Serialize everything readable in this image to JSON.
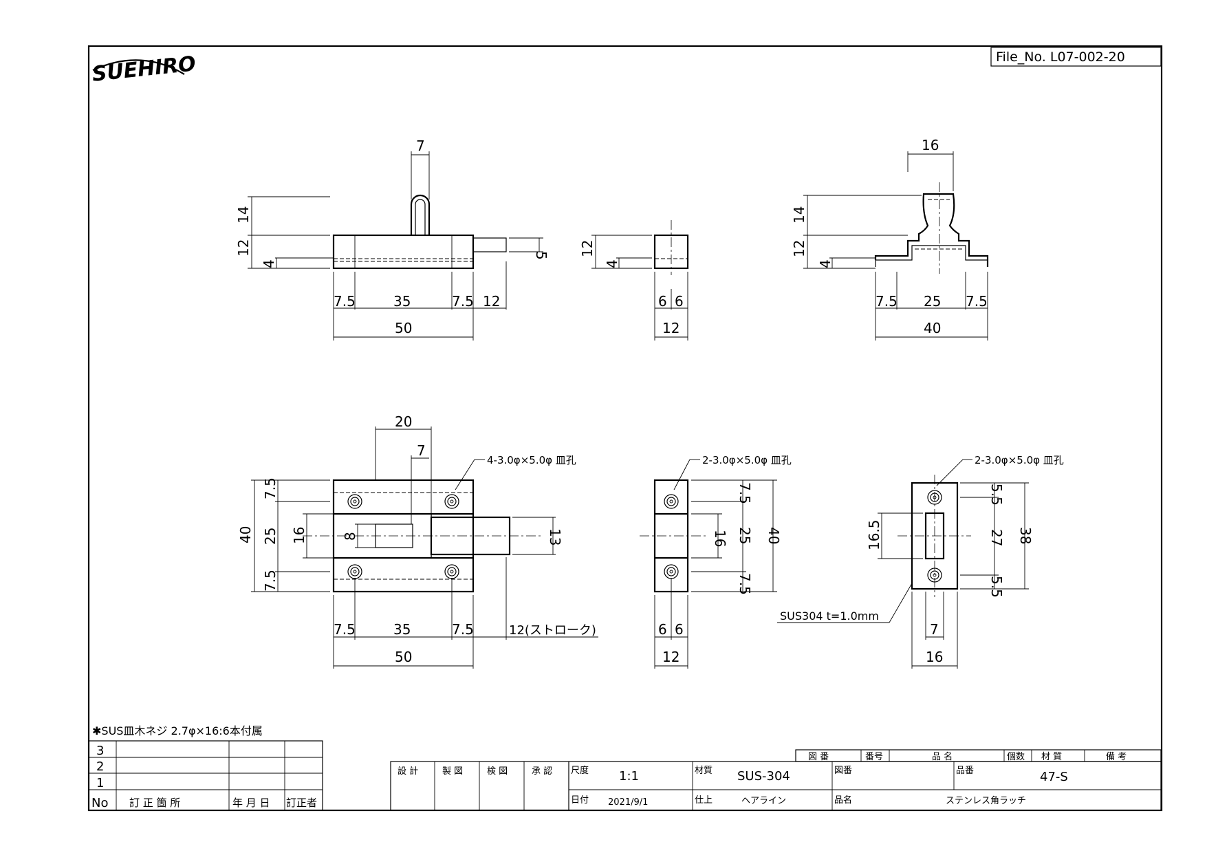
{
  "brand": {
    "logo_text": "SUEHIRO"
  },
  "file_no": "File_No. L07-002-20",
  "dims": {
    "top_left": {
      "d7": "7",
      "d14": "14",
      "d12": "12",
      "d4": "4",
      "d5": "5",
      "d75a": "7.5",
      "d35": "35",
      "d75b": "7.5",
      "d12b": "12",
      "d50": "50"
    },
    "top_mid": {
      "d12": "12",
      "d4": "4",
      "d6a": "6",
      "d6b": "6",
      "d12b": "12"
    },
    "top_right": {
      "d16": "16",
      "d14": "14",
      "d12": "12",
      "d4": "4",
      "d75a": "7.5",
      "d25": "25",
      "d75b": "7.5",
      "d40": "40"
    },
    "bot_left": {
      "d20": "20",
      "d7": "7",
      "holes": "4-3.0φ×5.0φ 皿孔",
      "d40": "40",
      "d25": "25",
      "d16": "16",
      "d8": "8",
      "d75a": "7.5",
      "d75b": "7.5",
      "d13": "13",
      "d75c": "7.5",
      "d35": "35",
      "d75d": "7.5",
      "stroke": "12(ストローク)",
      "d50": "50"
    },
    "bot_mid": {
      "holes": "2-3.0φ×5.0φ 皿孔",
      "d75a": "7.5",
      "d16": "16",
      "d25": "25",
      "d40": "40",
      "d75b": "7.5",
      "d6a": "6",
      "d6b": "6",
      "d12": "12"
    },
    "bot_right": {
      "holes": "2-3.0φ×5.0φ 皿孔",
      "d55a": "5.5",
      "d165": "16.5",
      "d27": "27",
      "d38": "38",
      "d55b": "5.5",
      "material": "SUS304 t=1.0mm",
      "d7": "7",
      "d16": "16"
    }
  },
  "note": "✱SUS皿木ネジ 2.7φ×16:6本付属",
  "revision": {
    "rows": [
      "3",
      "2",
      "1"
    ],
    "col_no": "No",
    "col_place": "訂 正 箇 所",
    "col_date": "年 月 日",
    "col_by": "訂正者"
  },
  "title_block": {
    "design": "設 計",
    "drawing": "製 図",
    "check": "検 図",
    "approve": "承 認",
    "scale_label": "尺度",
    "scale": "1:1",
    "material_label": "材質",
    "material": "SUS-304",
    "fig_label": "図番",
    "part_label": "品番",
    "part": "47-S",
    "date_label": "日付",
    "date": "2021/9/1",
    "finish_label": "仕上",
    "finish": "ヘアライン",
    "name_label": "品名",
    "name": "ステンレス角ラッチ",
    "hdr": {
      "fig": "図 番",
      "num": "番号",
      "name": "品 名",
      "qty": "個数",
      "mat": "材 質",
      "note": "備 考"
    }
  }
}
